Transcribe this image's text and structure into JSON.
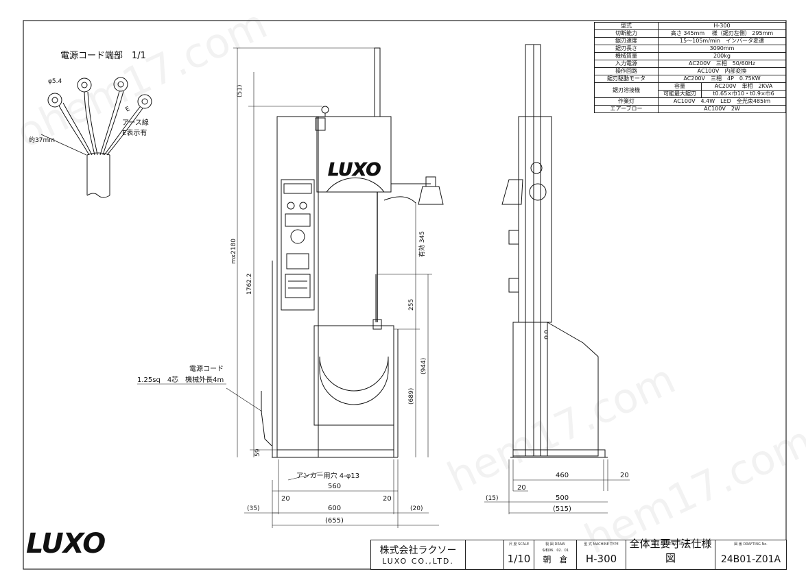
{
  "cable": {
    "title": "電源コード端部　1/1",
    "diameter": "φ5.4",
    "strip_length": "約37mm",
    "earth_label": "アース線",
    "earth_mark_label": "E表示有",
    "e_letter": "E"
  },
  "dims": {
    "d51": "(51)",
    "total_height": "mx2180",
    "d1762": "1762.2",
    "d59": "59",
    "effective": "有効 345",
    "d255": "255",
    "d944": "(944)",
    "d689": "(689)",
    "d560": "560",
    "d20a": "20",
    "d20b": "20",
    "d600": "600",
    "d655": "(655)",
    "d35": "(35)",
    "d20c": "(20)",
    "d460": "460",
    "d20d": "20",
    "d20e": "20",
    "d500": "500",
    "d515": "(515)",
    "d15": "(15)"
  },
  "notes": {
    "power_cord": "電源コード",
    "power_cord_spec": "1.25sq　4芯　機械外長4m",
    "anchor": "アンカー用穴 4-φ13"
  },
  "machine_logo": "LUXO",
  "specs": [
    {
      "label": "型式",
      "value": "H-300"
    },
    {
      "label": "切断能力",
      "value": "高さ 345mm　 様（鋸刃左側） 295mm"
    },
    {
      "label": "鋸刃速度",
      "value": "15～105m/min　インバータ変速"
    },
    {
      "label": "鋸刃長さ",
      "value": "3090mm"
    },
    {
      "label": "機械質量",
      "value": "200kg"
    },
    {
      "label": "入力電源",
      "value": "AC200V　三相　50/60Hz"
    },
    {
      "label": "操作回路",
      "value": "AC100V　内部変換"
    },
    {
      "label": "鋸刃駆動モータ",
      "value": "AC200V　三相　4P　0.75KW"
    }
  ],
  "welder": {
    "label": "鋸刃溶接機",
    "sub1": "容量",
    "val1": "AC200V　単相　2KVA",
    "sub2": "可能最大鋸刃",
    "val2": "t0.65×巾10・t0.9×巾6"
  },
  "specs_tail": [
    {
      "label": "作業灯",
      "value": "AC100V　4.4W　LED　全光束485lm"
    },
    {
      "label": "エアーブロー",
      "value": "AC100V　2W"
    }
  ],
  "title_block": {
    "company": "株式会社ラクソー",
    "company_en": "LUXO CO.,LTD.",
    "scale_head": "尺 度 SCALE",
    "scale": "1/10",
    "draw_head": "製 図 DRAW",
    "draw_date": "令和06．02．01",
    "drawer": "朝　倉",
    "type_head": "型 式 MACHINE TYPE",
    "machine_type": "H-300",
    "name_head": "図 名 DRAFTING NAME",
    "drawing_name": "全体主要寸法仕様図",
    "no_head": "図 番 DRAFTING No.",
    "drawing_no": "24B01-Z01A"
  },
  "brand_logo": "LUXO",
  "watermarks": [
    "ohem17.com",
    "hem17.com",
    "hem17.com"
  ]
}
